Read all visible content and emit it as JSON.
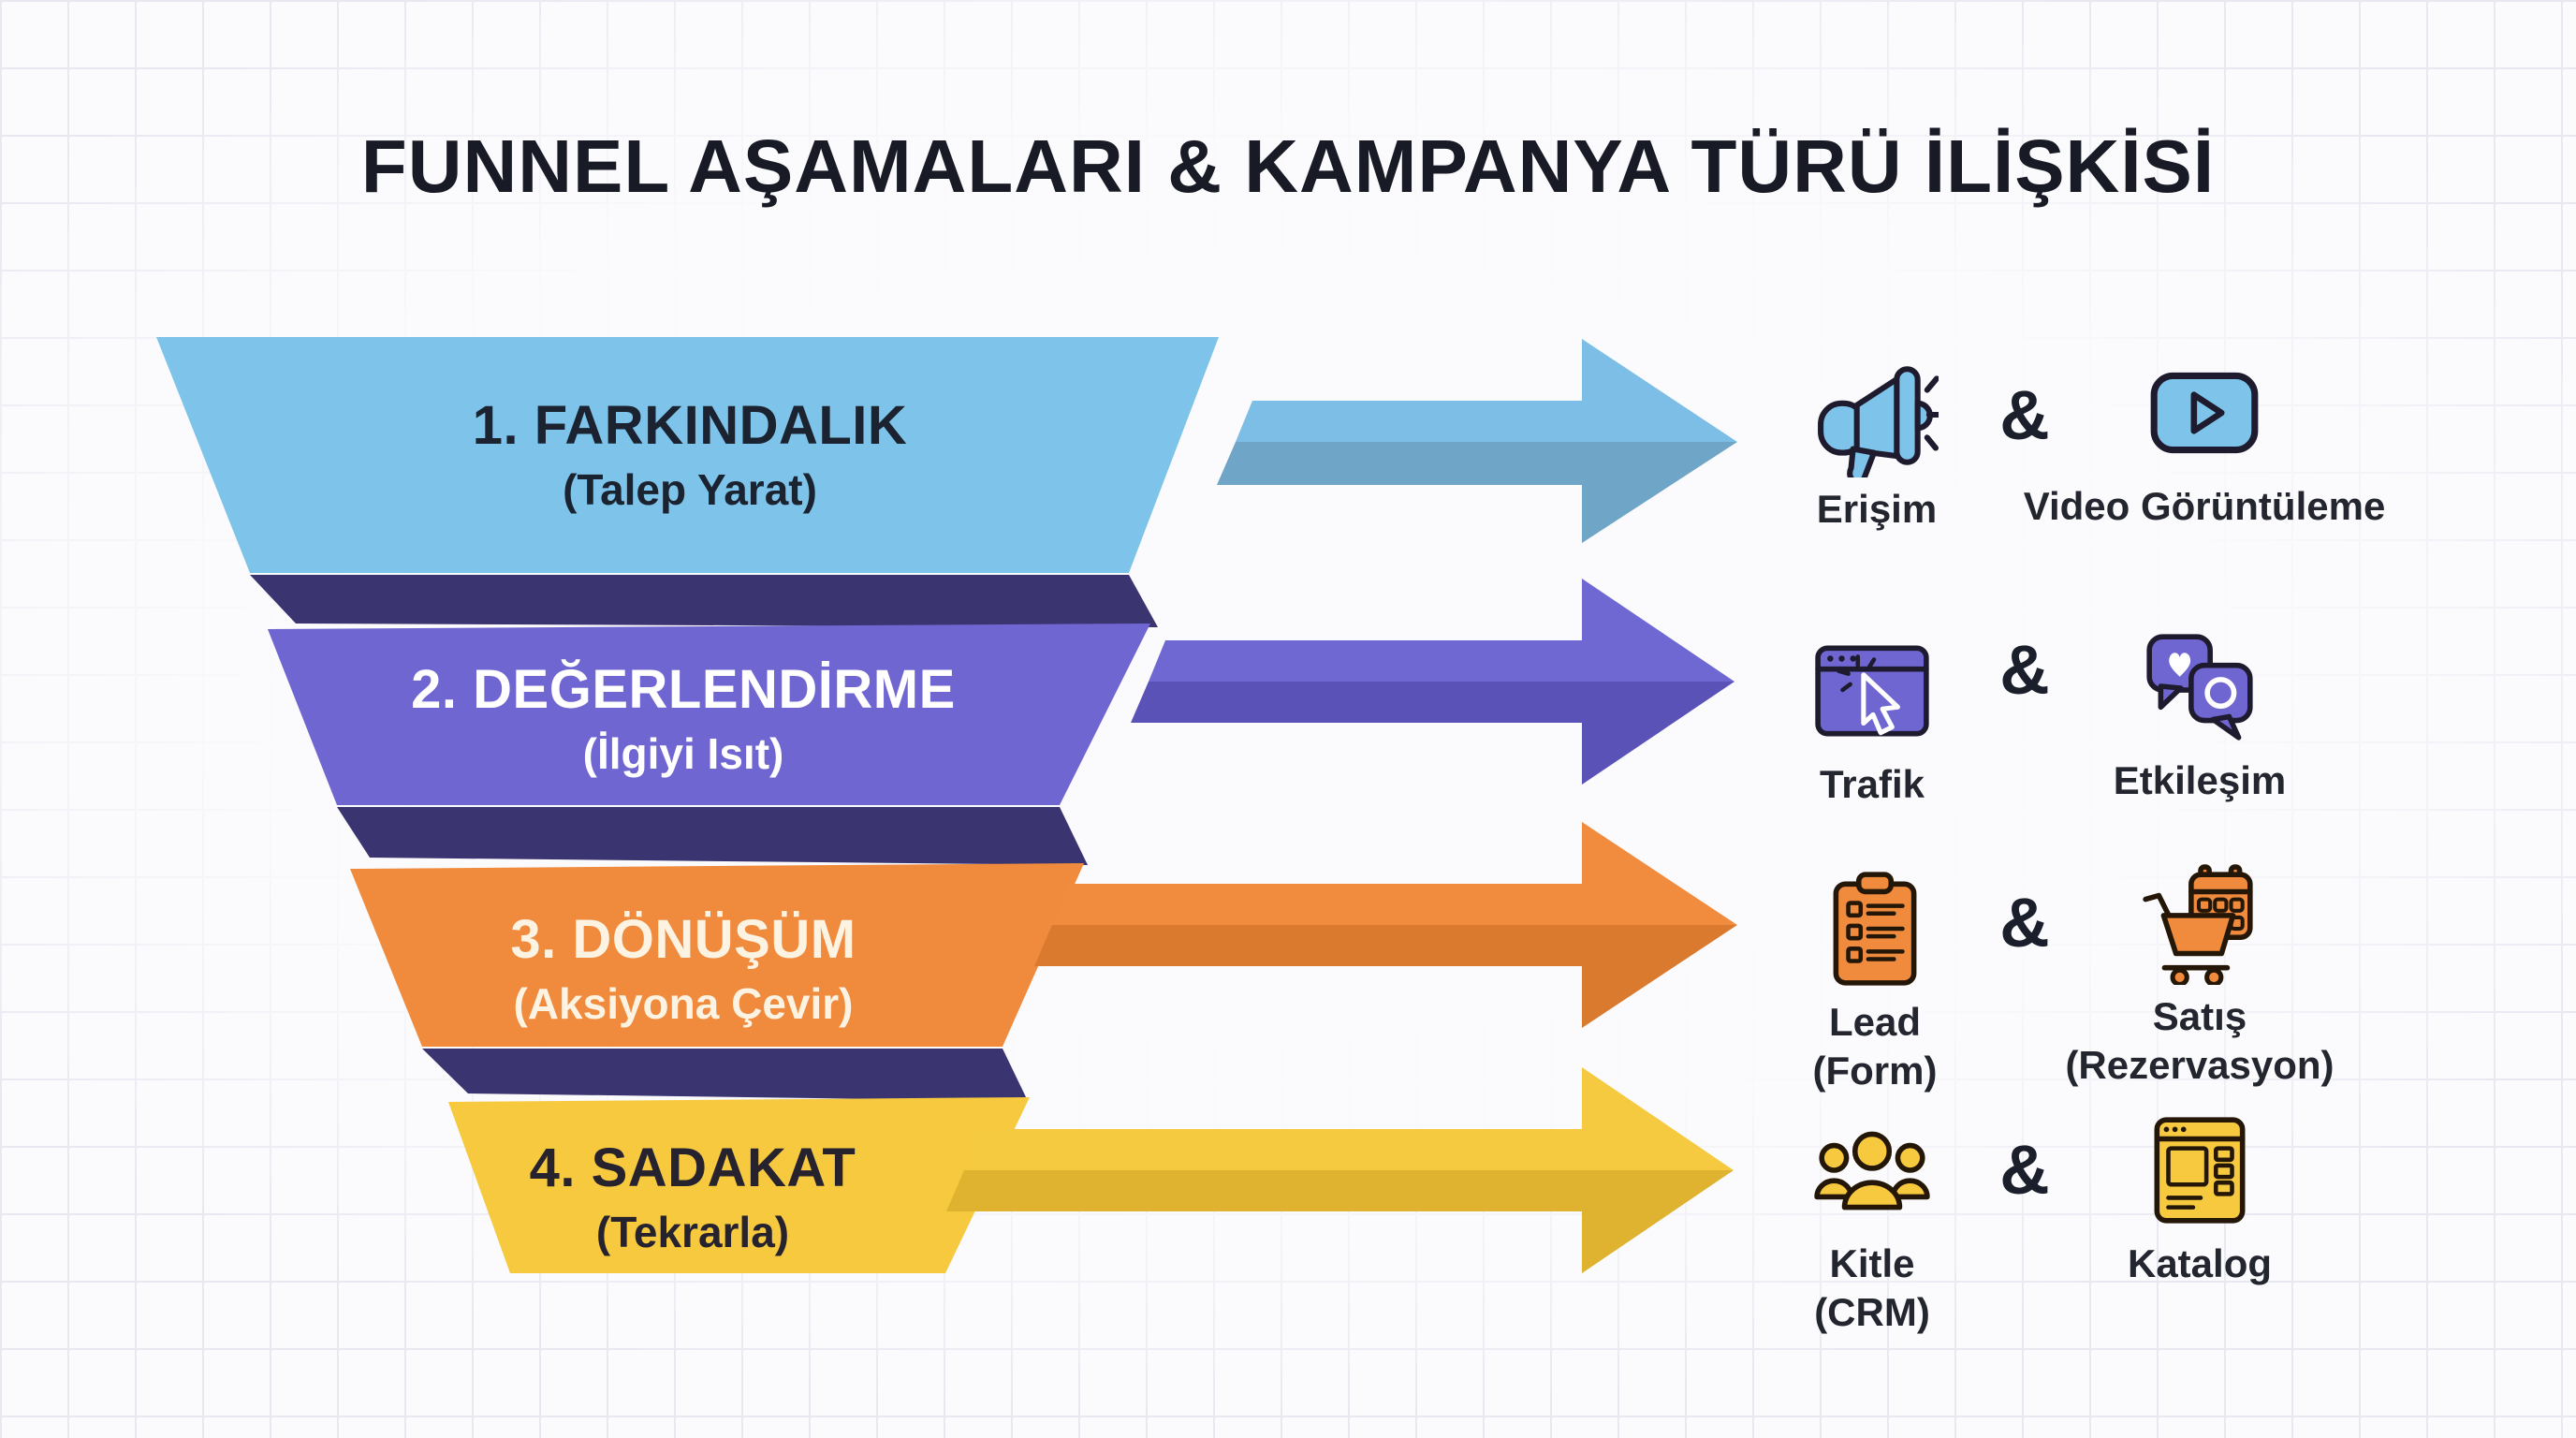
{
  "title": "FUNNEL AŞAMALARI & KAMPANYA TÜRÜ İLİŞKİSİ",
  "ampersand": "&",
  "palette": {
    "bg": "#FBFBFD",
    "grid": "#D9D9E8",
    "title": "#181B26",
    "ink": "#23262F",
    "amp": "#1B1F2C",
    "band": "#3A3470",
    "blue": "#7EC4EA",
    "blue-arrow-light": "#7CBEE6",
    "blue-arrow-dark": "#6FA6C7",
    "purple": "#6F66D2",
    "purple-arrow-light": "#6F68D2",
    "purple-arrow-dark": "#5B52B8",
    "orange": "#F08B3D",
    "orange-arrow-light": "#F18B3E",
    "orange-arrow-dark": "#DA7A2F",
    "yellow": "#F6C93F",
    "yellow-arrow-light": "#F5CA41",
    "yellow-arrow-dark": "#DFB32F",
    "stage1-text": "#1B2330",
    "stage2-text": "#FFFFFF",
    "stage3-text": "#FCF3E2",
    "stage4-text": "#26222E",
    "icon-outline": "#1E1B2E",
    "icon-outline-warm": "#241708",
    "icon-white": "#FFFFFF"
  },
  "funnel": {
    "stages": [
      {
        "name": "1. FARKINDALIK",
        "subtitle": "(Talep Yarat)",
        "color": "#7EC4EA"
      },
      {
        "name": "2. DEĞERLENDİRME",
        "subtitle": "(İlgiyi Isıt)",
        "color": "#6F66D2"
      },
      {
        "name": "3. DÖNÜŞÜM",
        "subtitle": "(Aksiyona Çevir)",
        "color": "#F08B3D"
      },
      {
        "name": "4. SADAKAT",
        "subtitle": "(Tekrarla)",
        "color": "#F6C93F"
      }
    ]
  },
  "rows": [
    {
      "items": [
        {
          "icon": "megaphone-icon",
          "label": "Erişim"
        },
        {
          "icon": "video-play-icon",
          "label": "Video Görüntüleme"
        }
      ]
    },
    {
      "items": [
        {
          "icon": "browser-click-icon",
          "label": "Trafik"
        },
        {
          "icon": "chat-bubbles-icon",
          "label": "Etkileşim"
        }
      ]
    },
    {
      "items": [
        {
          "icon": "clipboard-form-icon",
          "label": "Lead",
          "label2": "(Form)"
        },
        {
          "icon": "cart-calendar-icon",
          "label": "Satış",
          "label2": "(Rezervasyon)"
        }
      ]
    },
    {
      "items": [
        {
          "icon": "people-group-icon",
          "label": "Kitle",
          "label2": "(CRM)"
        },
        {
          "icon": "catalog-icon",
          "label": "Katalog"
        }
      ]
    }
  ]
}
